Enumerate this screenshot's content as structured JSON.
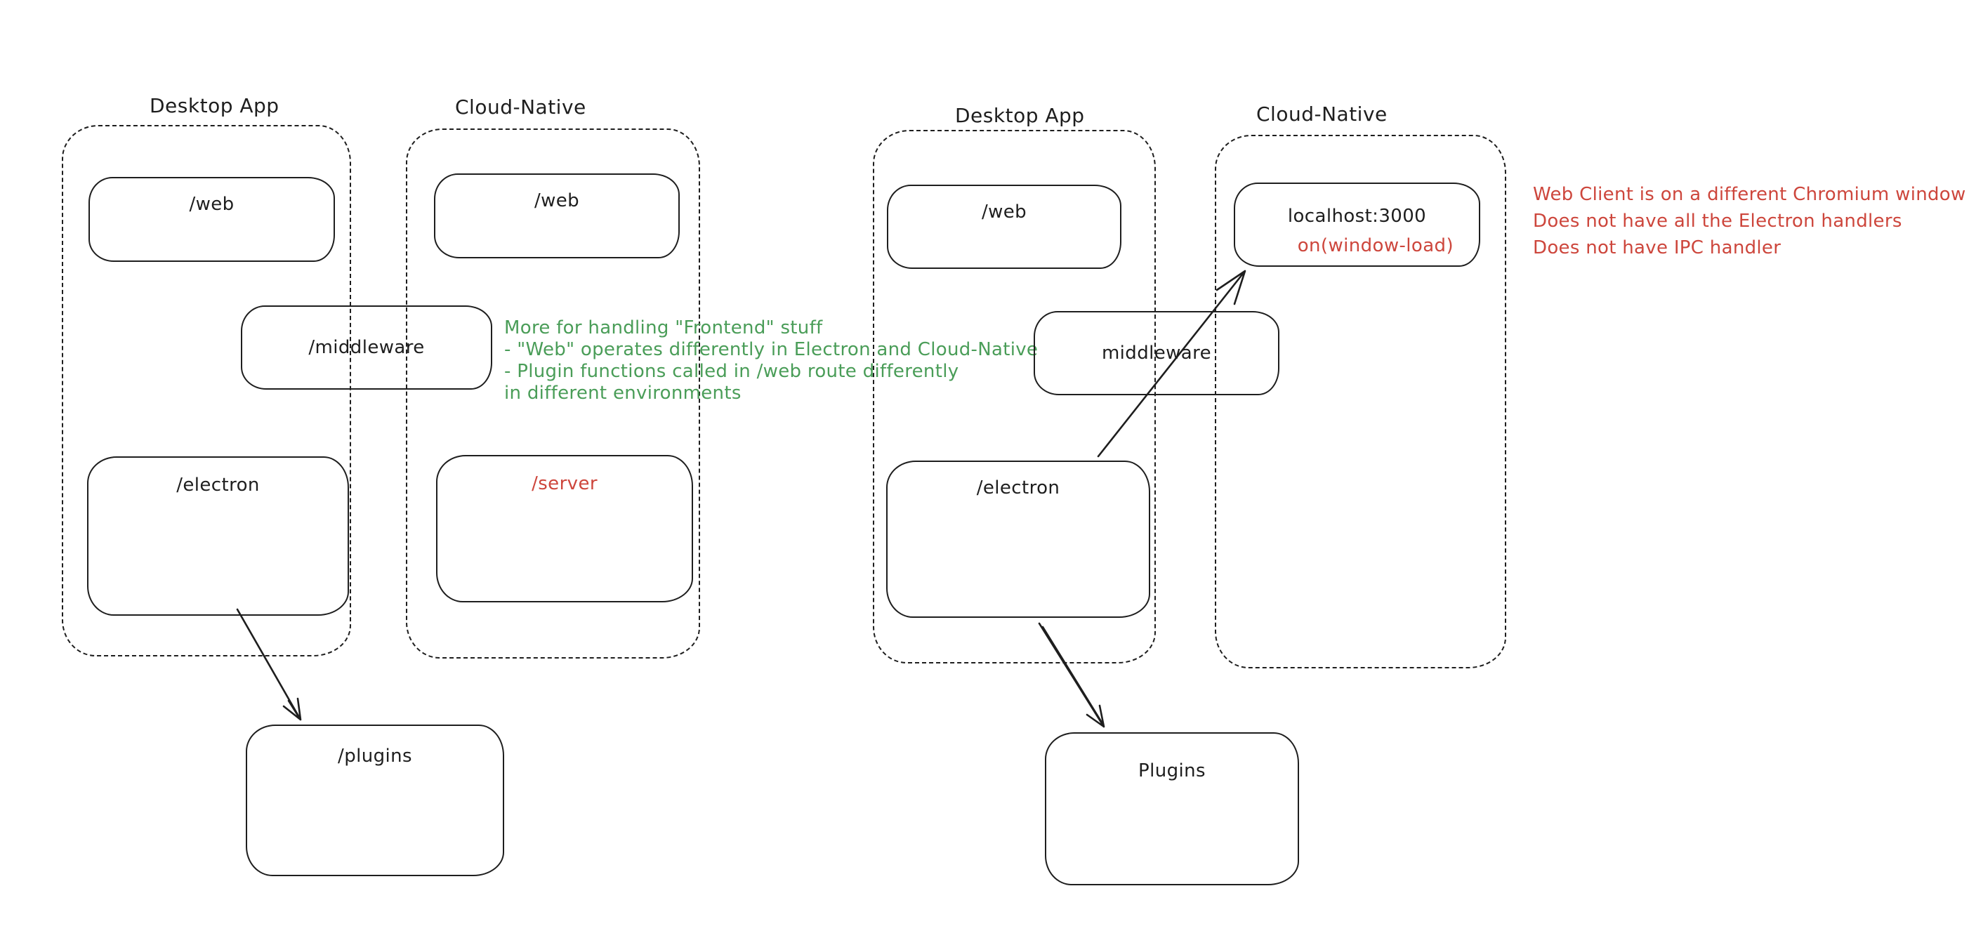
{
  "colors": {
    "stroke": "#1e1e1e",
    "red": "#cd463c",
    "green": "#4a9d58",
    "background": "#ffffff"
  },
  "left_diagram": {
    "desktop_label": "Desktop App",
    "cloud_label": "Cloud-Native",
    "web_desktop": "/web",
    "web_cloud": "/web",
    "middleware": "/middleware",
    "electron": "/electron",
    "server": "/server",
    "plugins": "/plugins",
    "note_lines": [
      "More for handling \"Frontend\" stuff",
      "- \"Web\" operates differently in Electron and Cloud-Native",
      "- Plugin functions called in /web route differently",
      "in different environments"
    ]
  },
  "right_diagram": {
    "desktop_label": "Desktop App",
    "cloud_label": "Cloud-Native",
    "web_desktop": "/web",
    "middleware": "middleware",
    "electron": "/electron",
    "localhost": "localhost:3000",
    "window_load": "on(window-load)",
    "plugins": "Plugins",
    "note_lines": [
      "Web Client is on a different Chromium window",
      "Does not have all the Electron handlers",
      "Does not have IPC handler"
    ]
  }
}
